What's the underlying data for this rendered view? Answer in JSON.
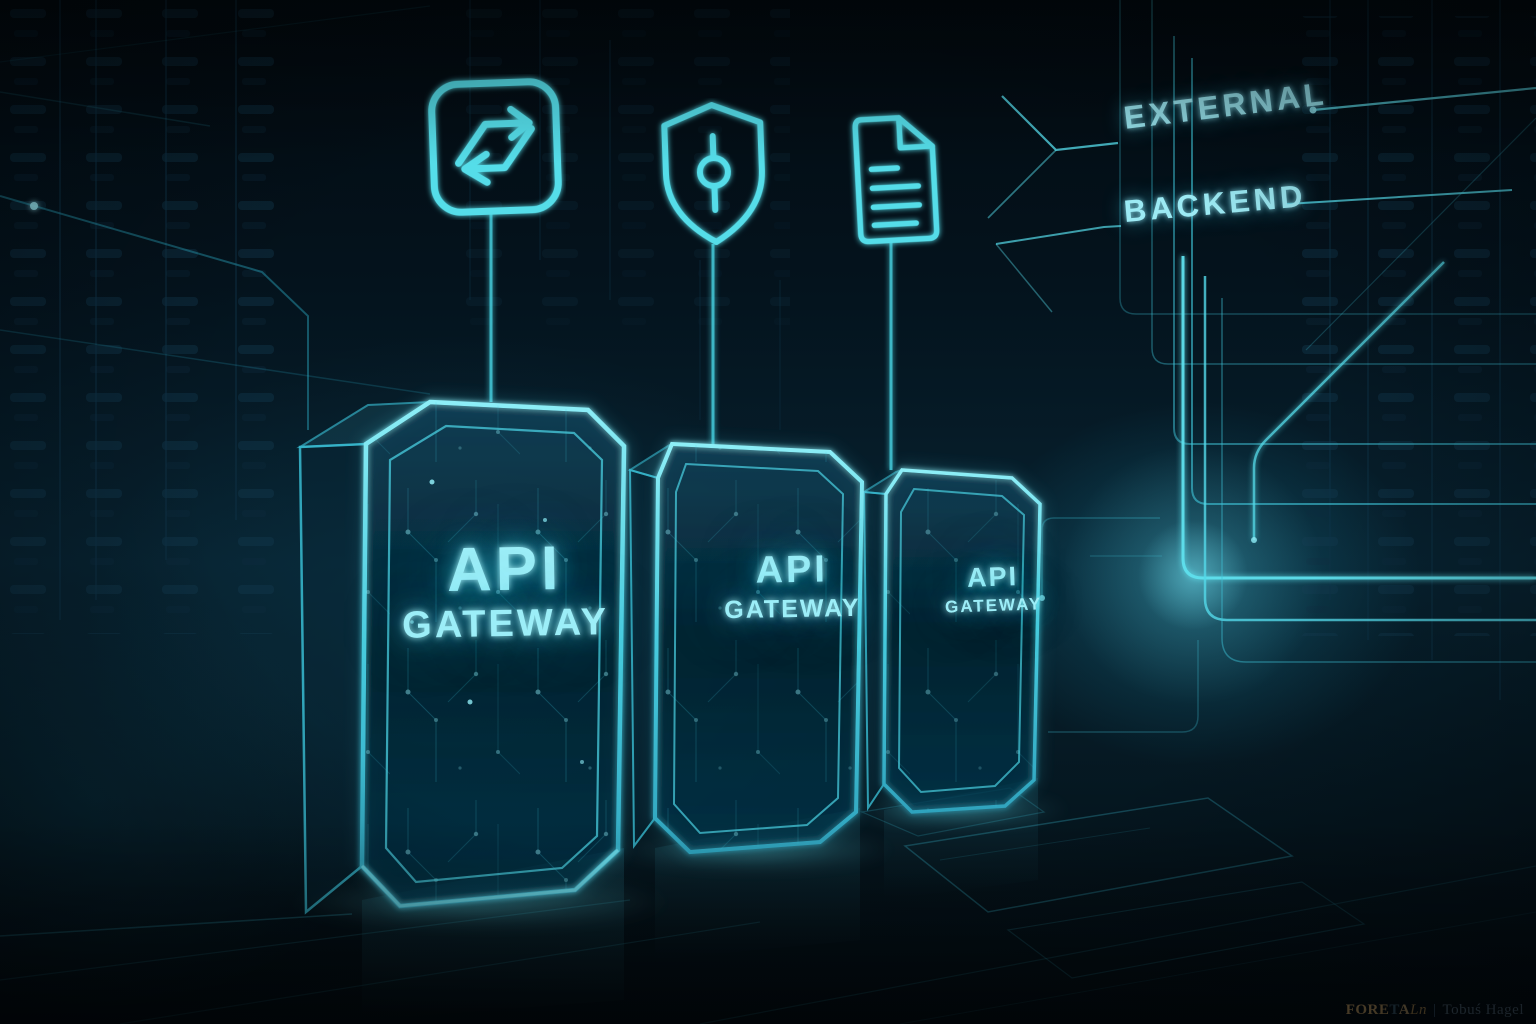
{
  "panels": [
    {
      "line1": "API",
      "line2": "GATEWAY"
    },
    {
      "line1": "API",
      "line2": "GATEWAY"
    },
    {
      "line1": "API",
      "line2": "GATEWAY"
    }
  ],
  "labels": {
    "external": "EXTERNAL",
    "backend": "BACKEND"
  },
  "icons": [
    {
      "name": "swap-arrows-icon"
    },
    {
      "name": "shield-icon"
    },
    {
      "name": "document-icon"
    }
  ],
  "colors": {
    "accent": "#4fd9e8",
    "accent_bright": "#9ceef8",
    "background": "#041019",
    "watermark_gold": "#c8a165",
    "watermark_gray": "#5d7487"
  },
  "watermark": {
    "brand_fore": "FORE",
    "brand_t": "T",
    "brand_a": "A",
    "brand_ln": "Ln",
    "separator": "|",
    "author": "Tobuś Hagel"
  }
}
